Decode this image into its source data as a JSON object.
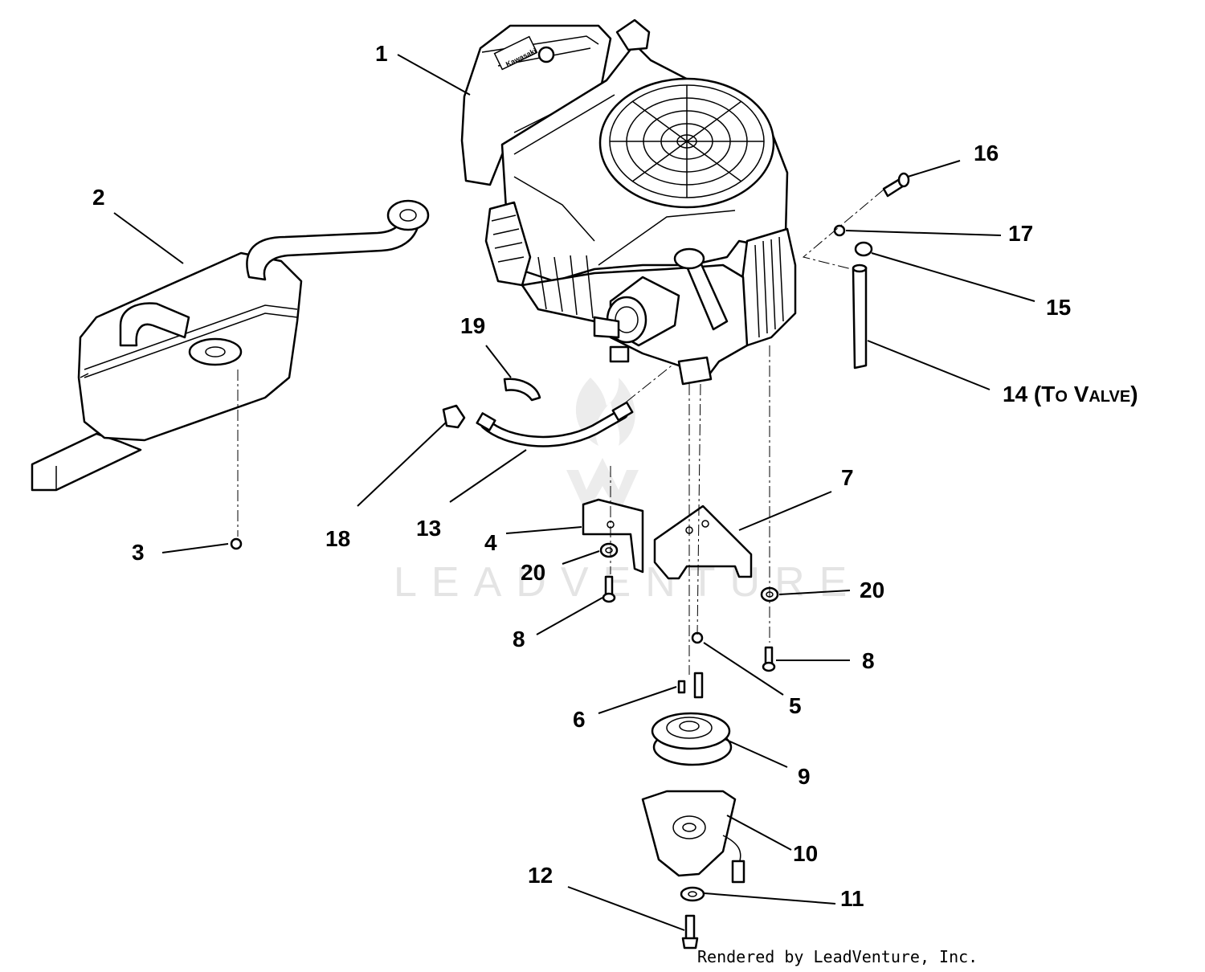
{
  "callouts": [
    {
      "id": "c1",
      "text": "1"
    },
    {
      "id": "c2",
      "text": "2"
    },
    {
      "id": "c3",
      "text": "3"
    },
    {
      "id": "c4",
      "text": "4"
    },
    {
      "id": "c5",
      "text": "5"
    },
    {
      "id": "c6",
      "text": "6"
    },
    {
      "id": "c7",
      "text": "7"
    },
    {
      "id": "c8a",
      "text": "8"
    },
    {
      "id": "c8b",
      "text": "8"
    },
    {
      "id": "c9",
      "text": "9"
    },
    {
      "id": "c10",
      "text": "10"
    },
    {
      "id": "c11",
      "text": "11"
    },
    {
      "id": "c12",
      "text": "12"
    },
    {
      "id": "c13",
      "text": "13"
    },
    {
      "id": "c14",
      "text": "14 (To Valve)"
    },
    {
      "id": "c15",
      "text": "15"
    },
    {
      "id": "c16",
      "text": "16"
    },
    {
      "id": "c17",
      "text": "17"
    },
    {
      "id": "c18",
      "text": "18"
    },
    {
      "id": "c19",
      "text": "19"
    },
    {
      "id": "c20a",
      "text": "20"
    },
    {
      "id": "c20b",
      "text": "20"
    }
  ],
  "credit": "Rendered by LeadVenture, Inc.",
  "watermark": "LEADVENTURE",
  "engine_brand": "Kawasaki"
}
